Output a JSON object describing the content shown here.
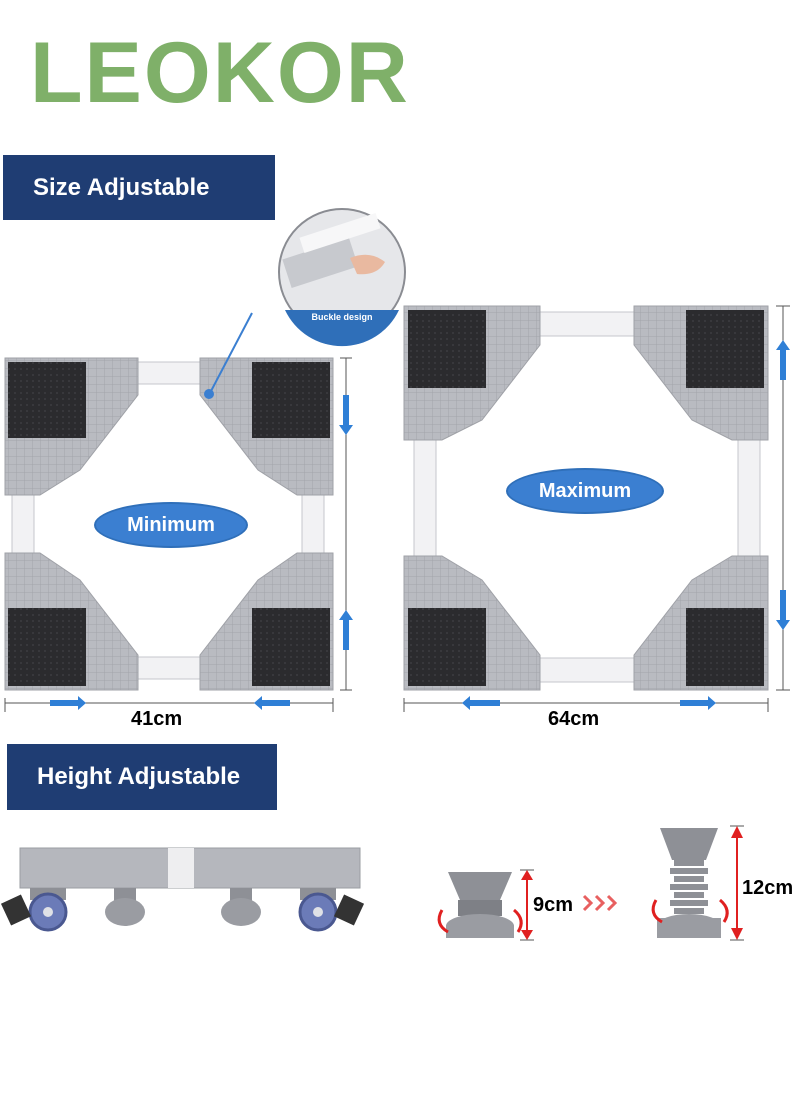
{
  "brand": {
    "logo_text": "LEOKOR"
  },
  "sections": {
    "size": {
      "title": "Size Adjustable"
    },
    "height": {
      "title": "Height Adjustable"
    }
  },
  "frames": {
    "minimum": {
      "label": "Minimum",
      "width_label": "41cm"
    },
    "maximum": {
      "label": "Maximum",
      "width_label": "64cm"
    }
  },
  "callout": {
    "label": "Buckle design"
  },
  "feet": {
    "short": {
      "height_label": "9cm"
    },
    "tall": {
      "height_label": "12cm"
    }
  },
  "colors": {
    "brand_green": "#7fb069",
    "banner_navy": "#1f3d73",
    "pill_blue": "#3b7fd1",
    "frame_gray": "#b5b7bd",
    "pad_black": "#2b2b2e",
    "arrow_red": "#e02020",
    "arrow_blue": "#2f7fd6"
  }
}
